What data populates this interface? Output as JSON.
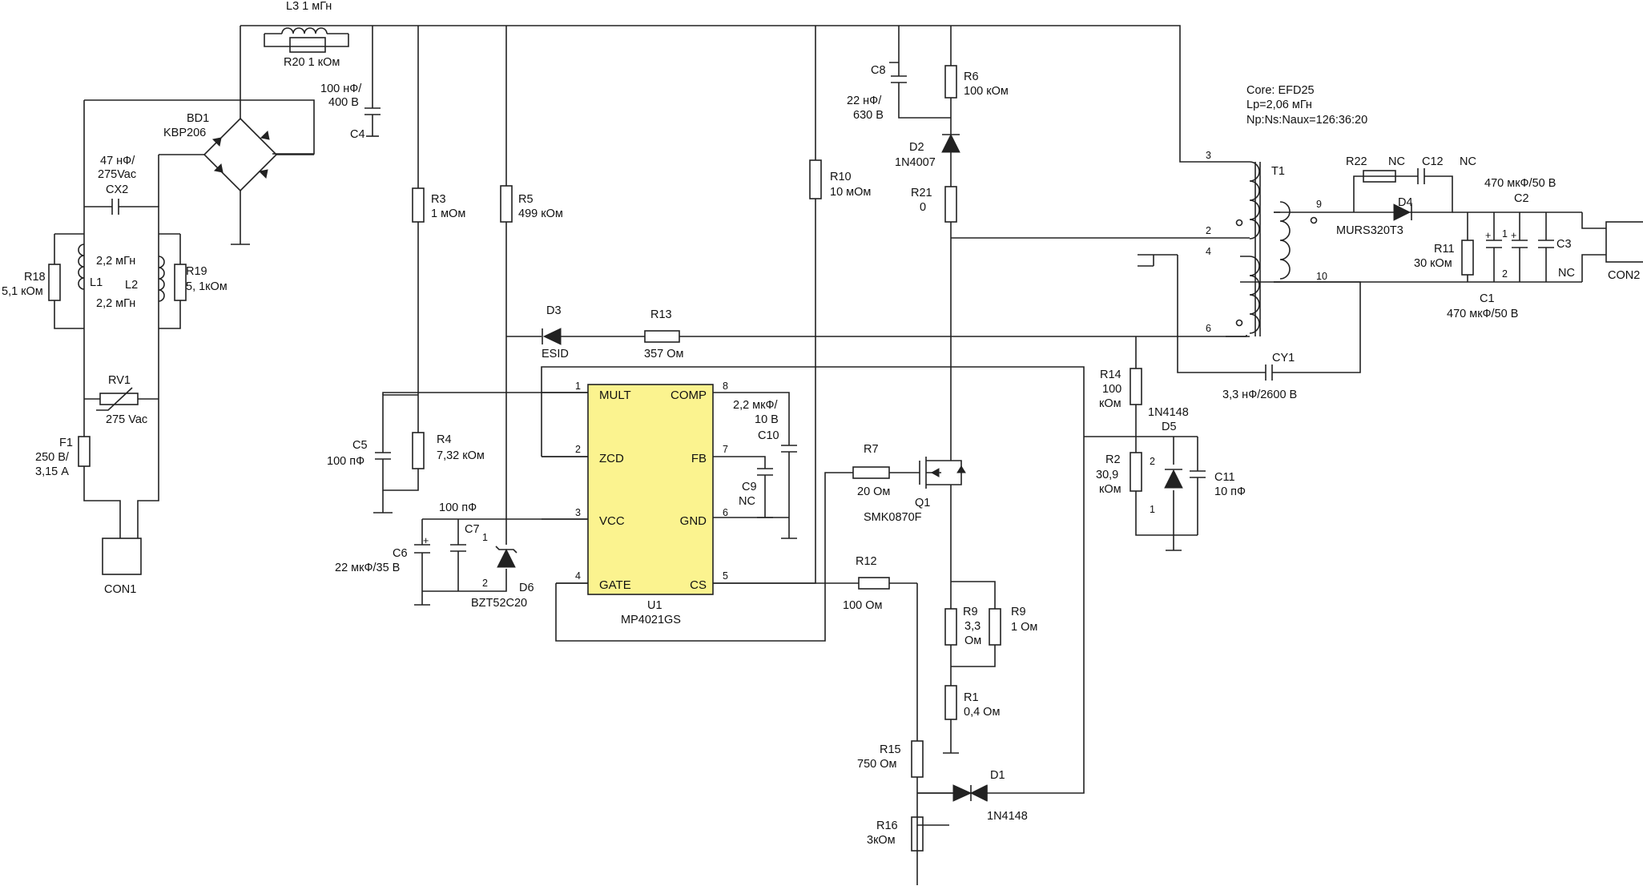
{
  "inductors": {
    "L3": "L3 1 мГн",
    "L1": "L1",
    "L1_val_a": "2,2 мГн",
    "L1_val_b": "2,2 мГн",
    "L2": "L2"
  },
  "resistors": {
    "R20": "R20 1 кОм",
    "R18": "R18",
    "R18_val": "5,1 кОм",
    "R19": "R19",
    "R19_val": "5, 1кОм",
    "R3": "R3",
    "R3_val": "1 мОм",
    "R4": "R4",
    "R4_val": "7,32 кОм",
    "R5": "R5",
    "R5_val": "499 кОм",
    "R6": "R6",
    "R6_val": "100 кОм",
    "R10": "R10",
    "R10_val": "10 мОм",
    "R21": "R21",
    "R21_val": "0",
    "R13": "R13",
    "R13_val": "357 Ом",
    "R7": "R7",
    "R7_val": "20 Ом",
    "R12": "R12",
    "R12_val": "100 Ом",
    "R9a": "R9",
    "R9a_val1": "3,3",
    "R9a_val2": "Ом",
    "R9b": "R9",
    "R9b_val": "1 Ом",
    "R1": "R1",
    "R1_val": "0,4 Ом",
    "R15": "R15",
    "R15_val": "750 Ом",
    "R16": "R16",
    "R16_val": "3кОм",
    "R14": "R14",
    "R14_val1": "100",
    "R14_val2": "кОм",
    "R2": "R2",
    "R2_val1": "30,9",
    "R2_val2": "кОм",
    "R22": "R22",
    "R22_val": "NC",
    "R11": "R11",
    "R11_val": "30 кОм"
  },
  "capacitors": {
    "C4_val1": "100 нФ/",
    "C4_val2": "400 В",
    "C4": "C4",
    "CX2_val1": "47 нФ/",
    "CX2_val2": "275Vac",
    "CX2": "CX2",
    "C8": "C8",
    "C8_val1": "22 нФ/",
    "C8_val2": "630 В",
    "C5": "C5",
    "C5_val": "100 пФ",
    "C7_val": "100 пФ",
    "C7": "C7",
    "C6": "C6",
    "C6_val": "22 мкФ/35 В",
    "C10_val1": "2,2 мкФ/",
    "C10_val2": "10 В",
    "C10": "C10",
    "C9": "C9",
    "C9_val": "NC",
    "C11": "C11",
    "C11_val": "10 пФ",
    "CY1": "CY1",
    "CY1_val": "3,3 нФ/2600 В",
    "C12": "C12",
    "C12_val": "NC",
    "C2_val": "470 мкФ/50 В",
    "C2": "C2",
    "C3": "C3",
    "C3_val": "NC",
    "C1": "C1",
    "C1_val": "470 мкФ/50 В"
  },
  "diodes": {
    "D2": "D2",
    "D2_part": "1N4007",
    "D3": "D3",
    "D3_part": "ESID",
    "D6": "D6",
    "D6_part": "BZT52C20",
    "D5_part": "1N4148",
    "D5": "D5",
    "D4": "D4",
    "D4_part": "MURS320T3",
    "D1": "D1",
    "D1_part": "1N4148"
  },
  "other": {
    "BD1": "BD1",
    "BD1_part": "KBP206",
    "RV1": "RV1",
    "RV1_val": "275 Vac",
    "F1": "F1",
    "F1_val1": "250 В/",
    "F1_val2": "3,15 А",
    "CON1": "CON1",
    "CON2": "CON2",
    "Q1": "Q1",
    "Q1_part": "SMK0870F"
  },
  "transformer": {
    "name": "T1",
    "core": "Core: EFD25",
    "lp": "Lp=2,06 мГн",
    "ratio": "Np:Ns:Naux=126:36:20",
    "pins": [
      "3",
      "2",
      "4",
      "6",
      "9",
      "10"
    ]
  },
  "ic": {
    "ref": "U1",
    "part": "MP4021GS",
    "left_pins": [
      {
        "num": "1",
        "name": "MULT"
      },
      {
        "num": "2",
        "name": "ZCD"
      },
      {
        "num": "3",
        "name": "VCC"
      },
      {
        "num": "4",
        "name": "GATE"
      }
    ],
    "right_pins": [
      {
        "num": "8",
        "name": "COMP"
      },
      {
        "num": "7",
        "name": "FB"
      },
      {
        "num": "6",
        "name": "GND"
      },
      {
        "num": "5",
        "name": "CS"
      }
    ],
    "fill_color": "#fbf38f"
  },
  "pin_numbers": {
    "C1_p1": "1",
    "C1_p2": "2",
    "D6_p1": "1",
    "D6_p2": "2",
    "D5_p2": "2",
    "D5_p1": "1"
  }
}
